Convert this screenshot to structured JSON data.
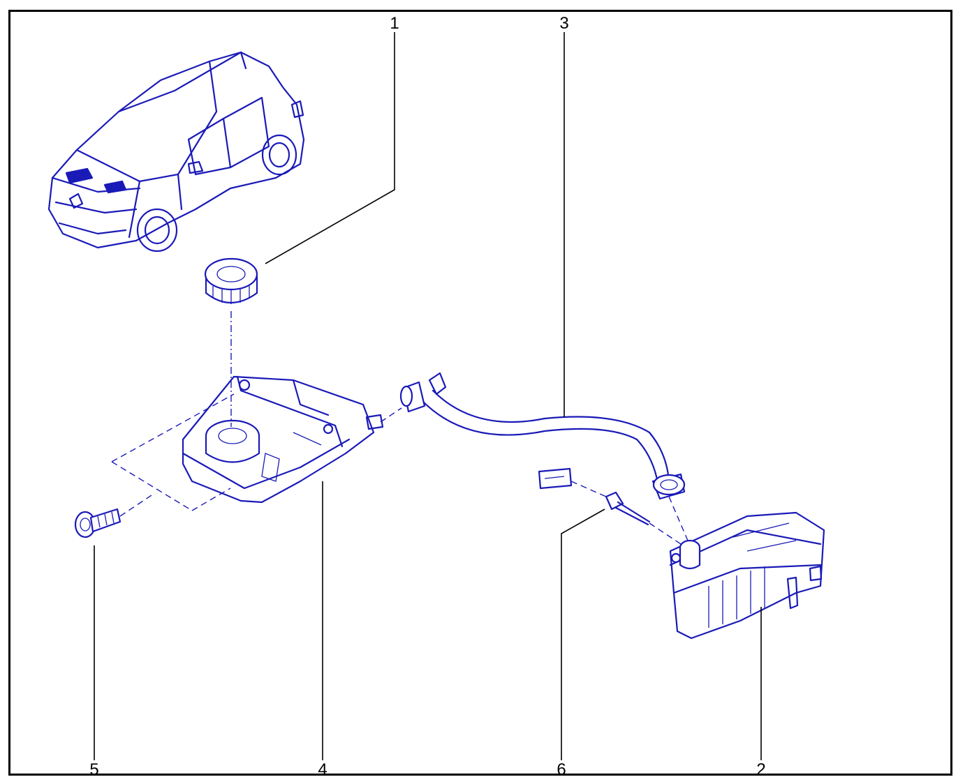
{
  "callouts": [
    {
      "id": "1",
      "label": "1"
    },
    {
      "id": "2",
      "label": "2"
    },
    {
      "id": "3",
      "label": "3"
    },
    {
      "id": "4",
      "label": "4"
    },
    {
      "id": "5",
      "label": "5"
    },
    {
      "id": "6",
      "label": "6"
    }
  ],
  "colors": {
    "ink": "#1a1ab8",
    "leader": "#000000",
    "frame": "#000000",
    "background": "#ffffff"
  }
}
